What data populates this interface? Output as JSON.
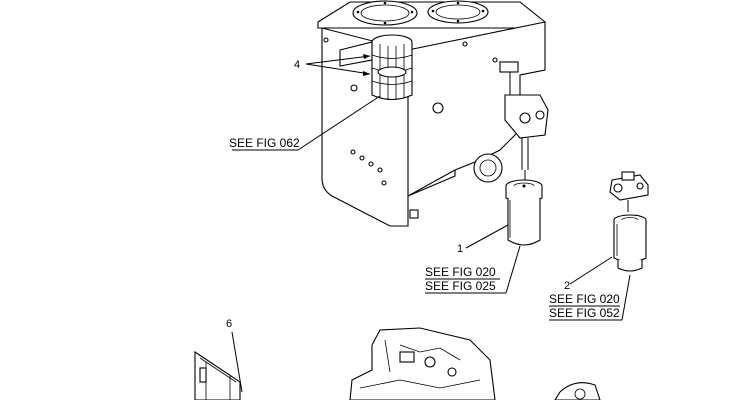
{
  "callouts": {
    "filter_top_num": "4",
    "filter_top_ref": "SEE FIG 062",
    "filter_center_num": "1",
    "filter_center_ref_a": "SEE FIG 020",
    "filter_center_ref_b": "SEE FIG 025",
    "filter_right_num": "2",
    "filter_right_ref_a": "SEE FIG 020",
    "filter_right_ref_b": "SEE FIG 052",
    "bracket_num": "6"
  }
}
